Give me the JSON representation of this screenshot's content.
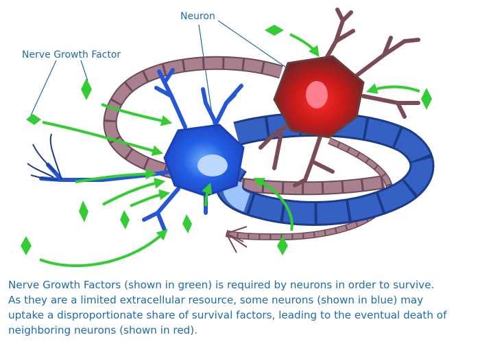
{
  "labels": {
    "neuron": "Neuron",
    "nerve_growth_factor": "Nerve Growth Factor"
  },
  "caption": {
    "lines": [
      "Nerve Growth Factors (shown in green) is required by neurons in order to survive.",
      "As they are a limited extracellular resource, some neurons (shown in blue) may",
      "uptake a disproportionate share of survival factors, leading to the eventual death of",
      "neighboring neurons (shown in red)."
    ]
  },
  "colors": {
    "label_text": "#1e6aa8",
    "growth_factor": "#33cc33",
    "healthy_neuron": "#1f4fd8",
    "dying_neuron": "#c21616",
    "blue_axon": "#2b55b0",
    "red_axon": "#a07080"
  }
}
